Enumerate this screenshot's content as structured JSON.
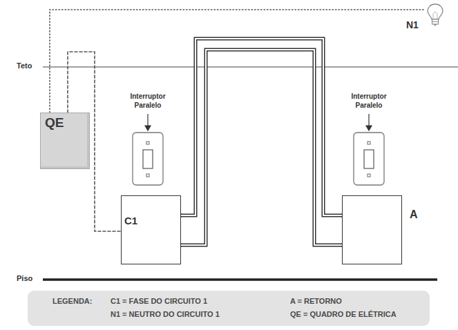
{
  "diagram": {
    "nodes": [
      {
        "text": [
          "QE"
        ]
      },
      {
        "text": [
          "C1"
        ]
      },
      {
        "text": [
          "A"
        ]
      },
      {
        "text": [
          "N1"
        ]
      }
    ],
    "edges": [
      {
        "from": 0,
        "to": 1,
        "arrow": "none"
      },
      {
        "from": 1,
        "to": 2,
        "arrow": "none"
      },
      {
        "from": 1,
        "to": 2,
        "arrow": "none"
      },
      {
        "from": 0,
        "to": 3,
        "arrow": "none"
      }
    ],
    "labels": [
      "Teto",
      "Interruptor Paralelo",
      "Interruptor Paralelo",
      "Piso",
      "LEGENDA:"
    ],
    "legend": [
      {
        "text": "C1 = FASE DO CIRCUITO 1"
      },
      {
        "text": "A = RETORNO"
      },
      {
        "text": "N1 = NEUTRO DO CIRCUITO 1"
      },
      {
        "text": "QE = QUADRO DE ELÉTRICA"
      }
    ]
  }
}
